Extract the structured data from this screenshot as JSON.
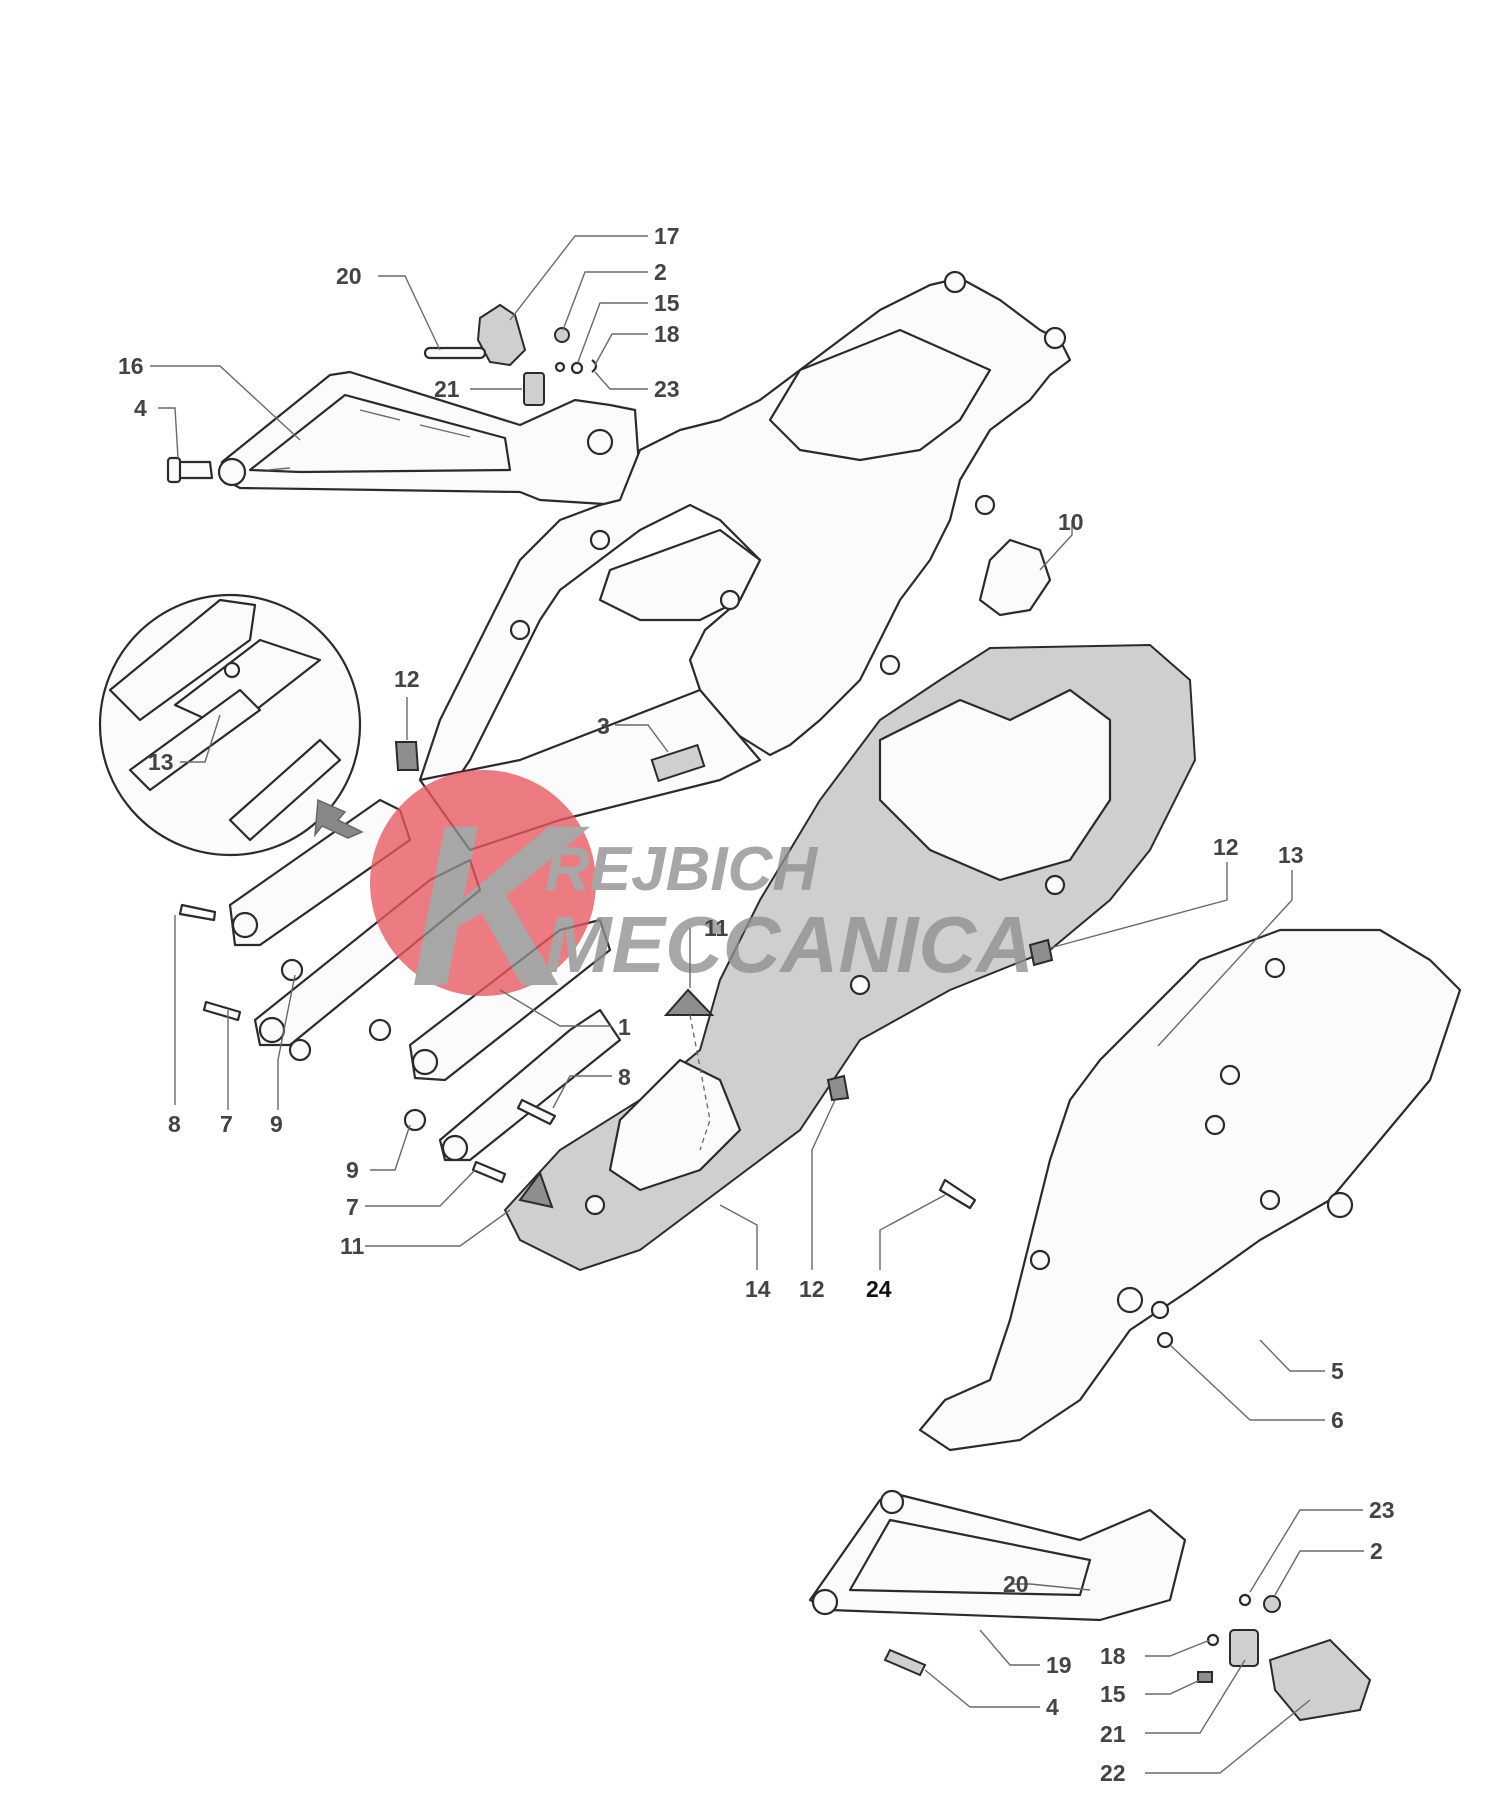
{
  "watermark": {
    "line1": "REJBICH",
    "line2": "MECCANICA",
    "logo_letter": "K",
    "circle_color": "#e8585f"
  },
  "callouts": [
    {
      "id": "c17a",
      "label": "17"
    },
    {
      "id": "c2a",
      "label": "2"
    },
    {
      "id": "c20a",
      "label": "20"
    },
    {
      "id": "c15a",
      "label": "15"
    },
    {
      "id": "c18a",
      "label": "18"
    },
    {
      "id": "c16",
      "label": "16"
    },
    {
      "id": "c21a",
      "label": "21"
    },
    {
      "id": "c23a",
      "label": "23"
    },
    {
      "id": "c4a",
      "label": "4"
    },
    {
      "id": "c10",
      "label": "10"
    },
    {
      "id": "c12a",
      "label": "12"
    },
    {
      "id": "c3",
      "label": "3"
    },
    {
      "id": "c13a",
      "label": "13"
    },
    {
      "id": "c12b",
      "label": "12"
    },
    {
      "id": "c13b",
      "label": "13"
    },
    {
      "id": "c11a",
      "label": "11"
    },
    {
      "id": "c1",
      "label": "1"
    },
    {
      "id": "c8a",
      "label": "8"
    },
    {
      "id": "c8b",
      "label": "8"
    },
    {
      "id": "c7a",
      "label": "7"
    },
    {
      "id": "c9a",
      "label": "9"
    },
    {
      "id": "c9b",
      "label": "9"
    },
    {
      "id": "c7b",
      "label": "7"
    },
    {
      "id": "c11b",
      "label": "11"
    },
    {
      "id": "c14",
      "label": "14"
    },
    {
      "id": "c12c",
      "label": "12"
    },
    {
      "id": "c24",
      "label": "24"
    },
    {
      "id": "c5",
      "label": "5"
    },
    {
      "id": "c6",
      "label": "6"
    },
    {
      "id": "c23b",
      "label": "23"
    },
    {
      "id": "c2b",
      "label": "2"
    },
    {
      "id": "c20b",
      "label": "20"
    },
    {
      "id": "c18b",
      "label": "18"
    },
    {
      "id": "c19",
      "label": "19"
    },
    {
      "id": "c15b",
      "label": "15"
    },
    {
      "id": "c4b",
      "label": "4"
    },
    {
      "id": "c21b",
      "label": "21"
    },
    {
      "id": "c22",
      "label": "22"
    }
  ]
}
